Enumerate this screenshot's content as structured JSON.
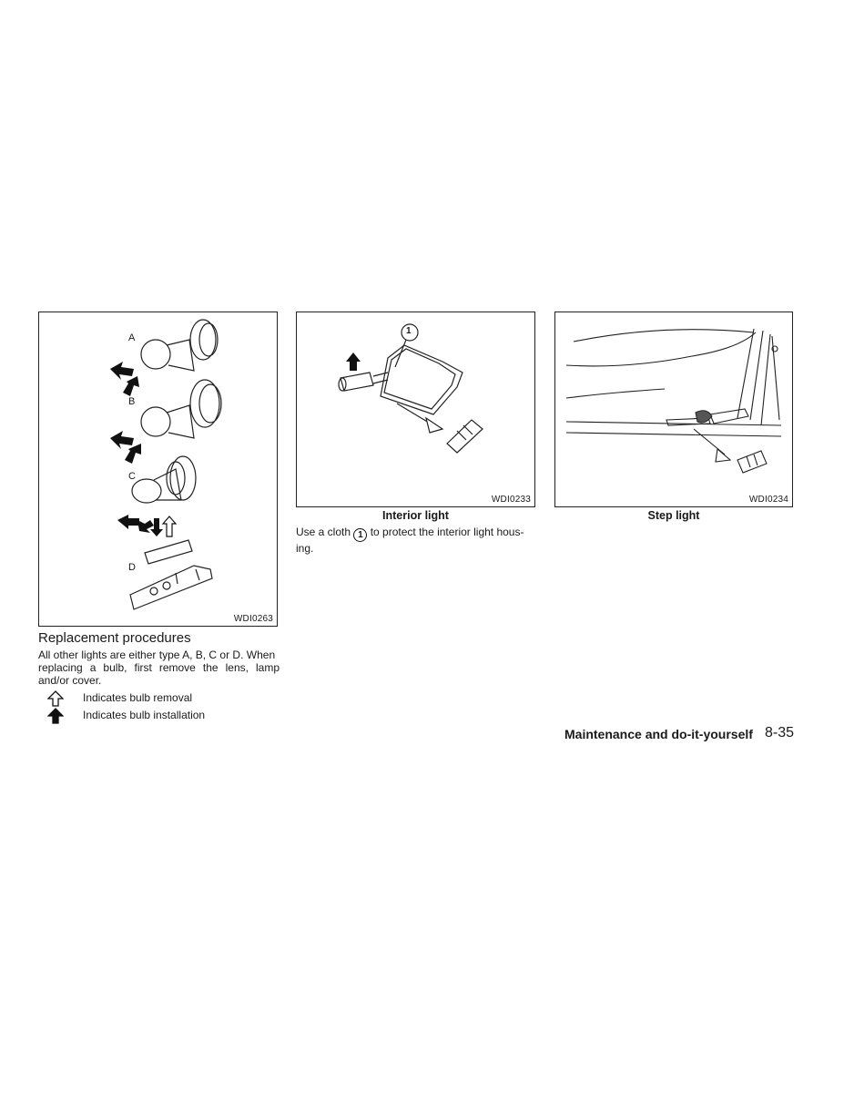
{
  "figures": {
    "replacement": {
      "code": "WDI0263",
      "labels": [
        "A",
        "B",
        "C",
        "D"
      ]
    },
    "interior": {
      "code": "WDI0233",
      "caption": "Interior light",
      "callout": "1"
    },
    "step": {
      "code": "WDI0234",
      "caption": "Step light"
    }
  },
  "interior_text": {
    "before": "Use a cloth",
    "callout": "1",
    "after": "to protect the interior light hous-",
    "line2": "ing."
  },
  "replacement": {
    "heading": "Replacement procedures",
    "para_lines": [
      "All other lights are either type A, B, C or D. When",
      "replacing a bulb, first remove the lens, lamp",
      "and/or cover."
    ],
    "legend": [
      {
        "icon": "hollow-arrow-up-icon",
        "text": "Indicates bulb removal"
      },
      {
        "icon": "solid-arrow-up-icon",
        "text": "Indicates bulb installation"
      }
    ]
  },
  "footer": {
    "section": "Maintenance and do-it-yourself",
    "page": "8-35"
  }
}
